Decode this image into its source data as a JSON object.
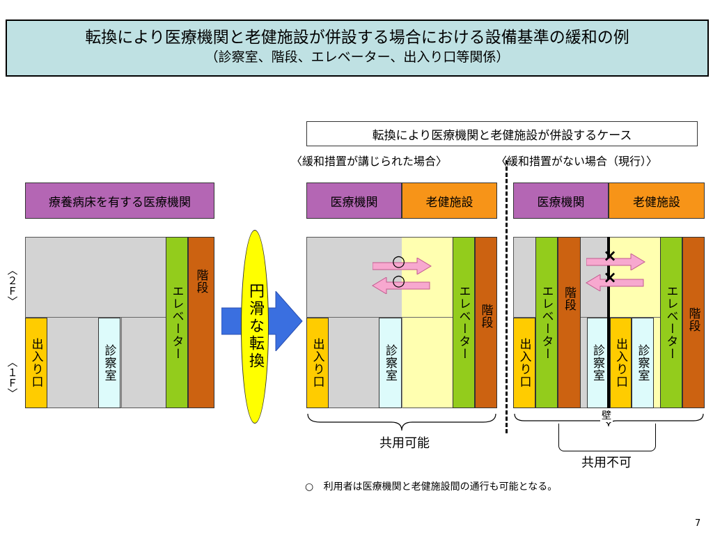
{
  "title": {
    "line1": "転換により医療機関と老健施設が併設する場合における設備基準の緩和の例",
    "line2": "（診察室、階段、エレベーター、出入り口等関係）"
  },
  "case_box": "転換により医療機関と老健施設が併設するケース",
  "with_measures": "〈緩和措置が講じられた場合〉",
  "without_measures": "〈緩和措置がない場合（現行）〉",
  "left": {
    "header": "療養病床を有する医療機関",
    "floor2": "〈２Ｆ〉",
    "floor1": "〈１Ｆ〉",
    "entrance": "出入り口",
    "exam_room": "診察室",
    "elevator": "エレベーター",
    "stairs": "階段"
  },
  "transition": "円滑な転換",
  "middle": {
    "medical": "医療機関",
    "roken": "老健施設",
    "entrance": "出入り口",
    "exam_room": "診察室",
    "elevator": "エレベーター",
    "stairs": "階段",
    "mark": "○",
    "shared": "共用可能"
  },
  "right": {
    "medical": "医療機関",
    "roken": "老健施設",
    "elevator": "エレベーター",
    "stairs": "階段",
    "exam_room": "診察室",
    "entrance": "出入り口",
    "mark": "×",
    "wall": "壁",
    "not_shared": "共用不可"
  },
  "note_mark": "○",
  "note": "利用者は医療機関と老健施設間の通行も可能となる。",
  "page_number": "7",
  "colors": {
    "title_bg": "#bfe1e3",
    "medical": "#b466b4",
    "roken": "#f79418",
    "elevator": "#93cc1c",
    "stairs": "#cc6211",
    "entrance": "#ffcc00",
    "exam_room": "#ddfbfb",
    "arrow_blue": "#3a6fe0",
    "oval_yellow": "#ffff00",
    "pink_arrow": "#f7a8cf"
  }
}
